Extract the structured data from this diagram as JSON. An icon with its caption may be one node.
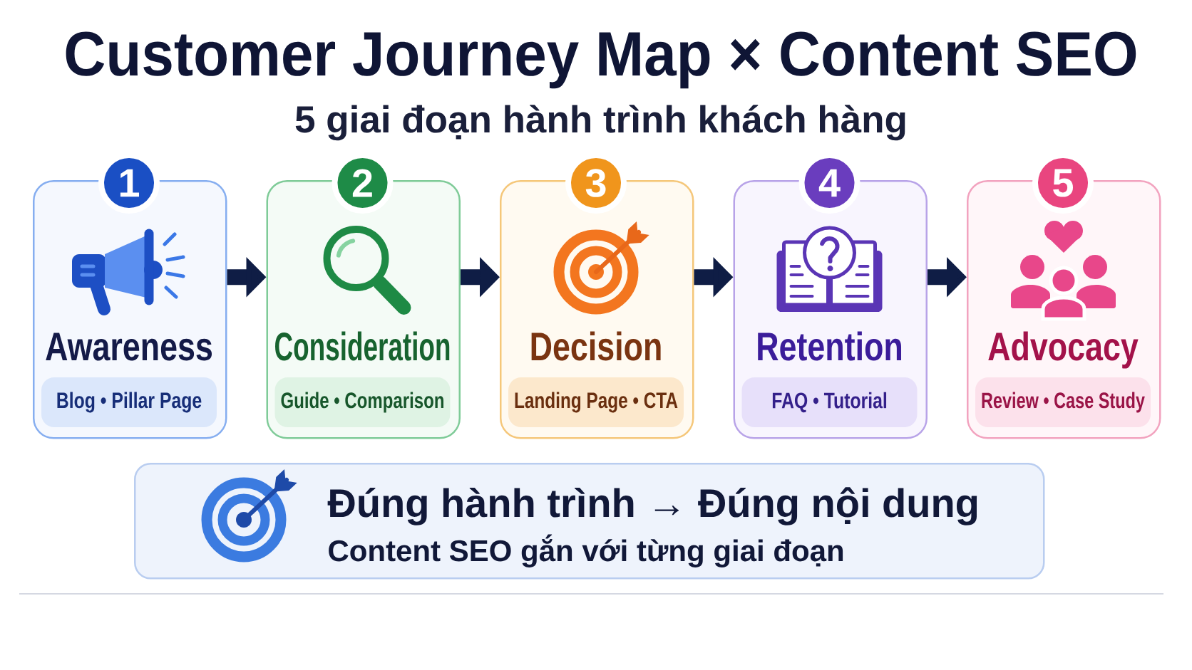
{
  "diagram": {
    "title": "Customer Journey Map × Content SEO",
    "nodes": [
      {
        "text": [
          "1"
        ]
      },
      {
        "text": [
          "Awareness"
        ]
      },
      {
        "text": [
          "Blog • Pillar Page"
        ],
        "in": 1
      },
      {
        "text": [
          "2"
        ]
      },
      {
        "text": [
          "Consideration"
        ]
      },
      {
        "text": [
          "Guide • Comparison"
        ],
        "in": 4
      },
      {
        "text": [
          "3"
        ]
      },
      {
        "text": [
          "Decision"
        ]
      },
      {
        "text": [
          "Landing Page • CTA"
        ],
        "in": 7
      },
      {
        "text": [
          "4"
        ]
      },
      {
        "text": [
          "Retention"
        ]
      },
      {
        "text": [
          "FAQ • Tutorial"
        ],
        "in": 10
      },
      {
        "text": [
          "5"
        ]
      },
      {
        "text": [
          "Advocacy"
        ]
      },
      {
        "text": [
          "Review • Case Study"
        ],
        "in": 13
      },
      {
        "text": [
          "Đúng hành trình → Đúng nội dung",
          "Content SEO gắn với từng giai đoạn"
        ]
      }
    ],
    "edges": [
      {
        "from": 1,
        "to": 4,
        "arrow": "to"
      },
      {
        "from": 4,
        "to": 7,
        "arrow": "to"
      },
      {
        "from": 7,
        "to": 10,
        "arrow": "to"
      },
      {
        "from": 10,
        "to": 13,
        "arrow": "to"
      }
    ],
    "labels": [
      "5 giai đoạn hành trình khách hàng"
    ]
  }
}
